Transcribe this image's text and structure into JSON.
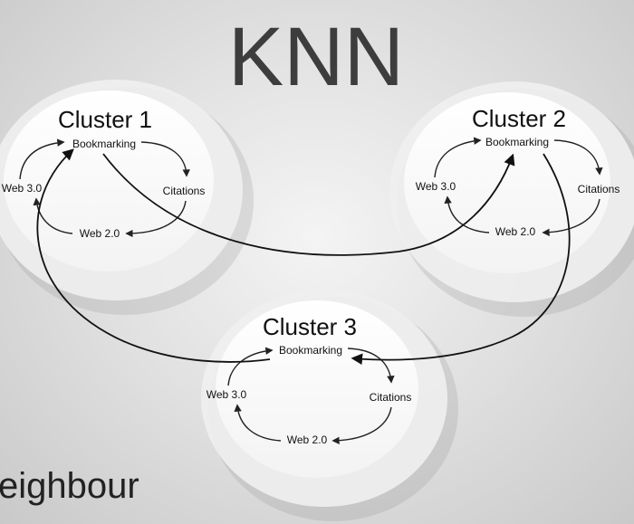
{
  "title": "KNN",
  "footer_text": "eighbour",
  "clusters": [
    {
      "title": "Cluster 1",
      "nodes": {
        "top": "Bookmarking",
        "right": "Citations",
        "bottom": "Web 2.0",
        "left": "Web 3.0"
      }
    },
    {
      "title": "Cluster 2",
      "nodes": {
        "top": "Bookmarking",
        "right": "Citations",
        "bottom": "Web 2.0",
        "left": "Web 3.0"
      }
    },
    {
      "title": "Cluster 3",
      "nodes": {
        "top": "Bookmarking",
        "right": "Citations",
        "bottom": "Web 2.0",
        "left": "Web 3.0"
      }
    }
  ],
  "colors": {
    "title": "#3d3d3d",
    "disc": "#ffffff",
    "lines": "#111111"
  }
}
